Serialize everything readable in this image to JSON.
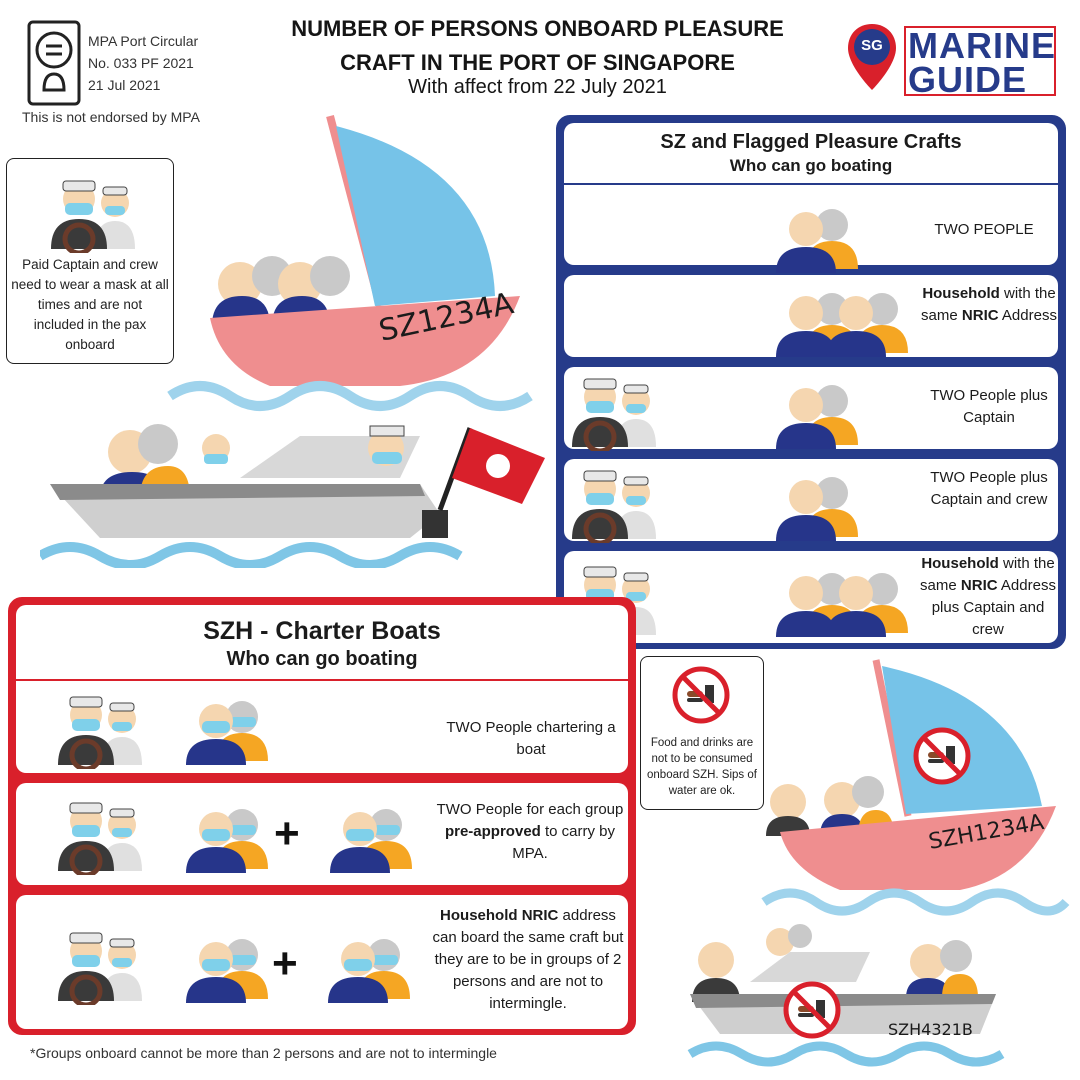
{
  "circular": {
    "line1": "MPA Port Circular",
    "line2": "No. 033 PF 2021",
    "line3": "21 Jul 2021",
    "disclaimer": "This is not endorsed by MPA"
  },
  "header": {
    "title_line1": "NUMBER OF PERSONS ONBOARD PLEASURE",
    "title_line2": "CRAFT IN THE PORT OF SINGAPORE",
    "subtitle": "With affect from 22 July 2021"
  },
  "logo": {
    "badge": "SG",
    "line1": "MARINE",
    "line2": "GUIDE"
  },
  "captain_note": "Paid Captain and crew need to wear a mask at all times and are not included in the pax onboard",
  "food_note": "Food and drinks are not to be consumed onboard SZH. Sips of water are ok.",
  "boat_labels": {
    "sz": "SZ1234A",
    "szh1": "SZH1234A",
    "szh2": "SZH4321B"
  },
  "sz_panel": {
    "title": "SZ and Flagged Pleasure Crafts",
    "subtitle": "Who can go boating",
    "rows": [
      {
        "text": "TWO PEOPLE"
      },
      {
        "bold1": "Household",
        "t1": " with the same ",
        "bold2": "NRIC",
        "t2": " Address"
      },
      {
        "text": "TWO People plus Captain"
      },
      {
        "text": "TWO People plus Captain and crew"
      },
      {
        "bold1": "Household",
        "t1": " with the same ",
        "bold2": "NRIC",
        "t2": " Address plus Captain and crew"
      }
    ]
  },
  "szh_panel": {
    "title": "SZH - Charter Boats",
    "subtitle": "Who can go boating",
    "rows": [
      {
        "text": "TWO People chartering a boat"
      },
      {
        "t1": "TWO People for each group ",
        "bold1": "pre-approved",
        "t2": " to carry by MPA."
      },
      {
        "bold1": "Household NRIC",
        "t1": " address can board the same craft but they are to be in groups of 2 persons and are not to intermingle."
      }
    ],
    "plus": "+"
  },
  "footnote": "*Groups onboard cannot be more than 2 persons and are not to intermingle",
  "colors": {
    "blue": "#263b8a",
    "red": "#d9202b",
    "orange": "#f5a623",
    "hull_pink": "#ef8e8f",
    "sail_blue": "#76c3e8",
    "skin": "#f5d6b0",
    "water": "#7fc6e6"
  }
}
